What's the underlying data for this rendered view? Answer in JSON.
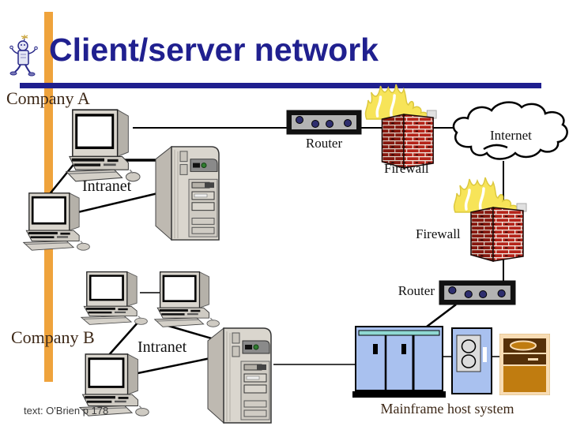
{
  "slide": {
    "title": "Client/server network",
    "source_note": "text: O'Brien p 178"
  },
  "labels": {
    "company_a": "Company A",
    "company_b": "Company B",
    "intranet_a": "Intranet",
    "intranet_b": "Intranet",
    "router_a": "Router",
    "router_b": "Router",
    "firewall_a": "Firewall",
    "firewall_b": "Firewall",
    "internet": "Internet",
    "mainframe": "Mainframe host system"
  },
  "icons": {
    "decoration": "walking-robot-icon",
    "client": "desktop-computer-icon",
    "server": "server-tower-icon",
    "router": "router-icon",
    "firewall": "firewall-brick-flame-icon",
    "internet": "internet-cloud-icon",
    "mainframe": "mainframe-cabinet-icon",
    "tape_drive": "tape-drive-icon",
    "disk_unit": "disk-cabinet-icon"
  },
  "colors": {
    "title_navy": "#20208f",
    "accent_bar_orange": "#efa33c",
    "company_label_brown": "#3d2817",
    "diagram_label_black": "#111111",
    "brick_red": "#b5241a",
    "flame_yellow": "#f7e459",
    "mainframe_blue": "#a9c1ef",
    "cabinet_brown": "#c07c10",
    "connection_line": "#000000"
  }
}
